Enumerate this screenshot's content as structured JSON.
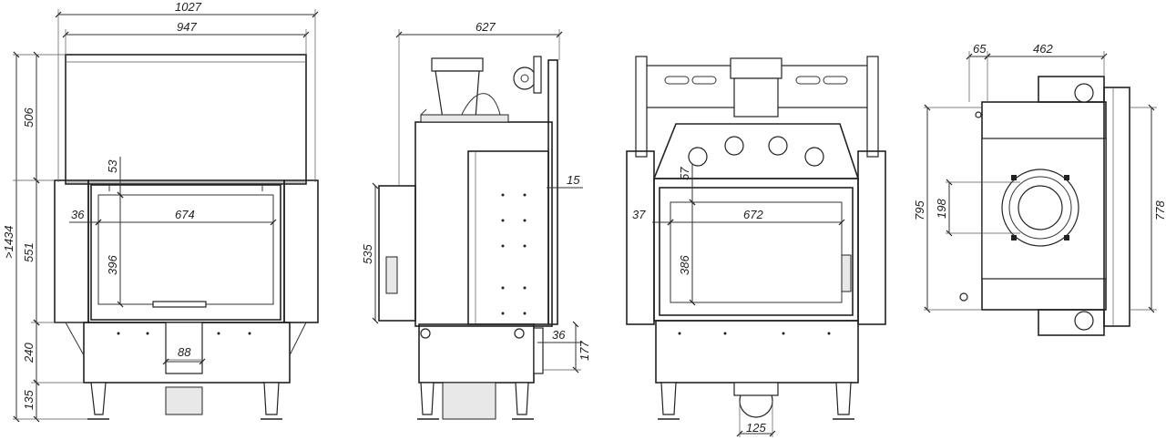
{
  "dimensions": {
    "front": {
      "overall_width": "1027",
      "inner_width": "947",
      "upper_height": "506",
      "total_height": ">1434",
      "body_height": "551",
      "base_height": "240",
      "leg_height": "135",
      "frame_top": "53",
      "frame_side": "36",
      "glass_width": "674",
      "glass_height": "396",
      "outlet_width": "88"
    },
    "side": {
      "depth": "627",
      "panel_height": "535",
      "offset": "15",
      "flange": "36",
      "inlet_height": "177"
    },
    "back": {
      "frame_top": "57",
      "frame_side": "37",
      "glass_width": "672",
      "glass_height": "386",
      "duct_diameter": "125"
    },
    "top": {
      "offset": "65",
      "width": "462",
      "outer_length": "795",
      "flue_diameter": "198",
      "inner_length": "778"
    }
  }
}
